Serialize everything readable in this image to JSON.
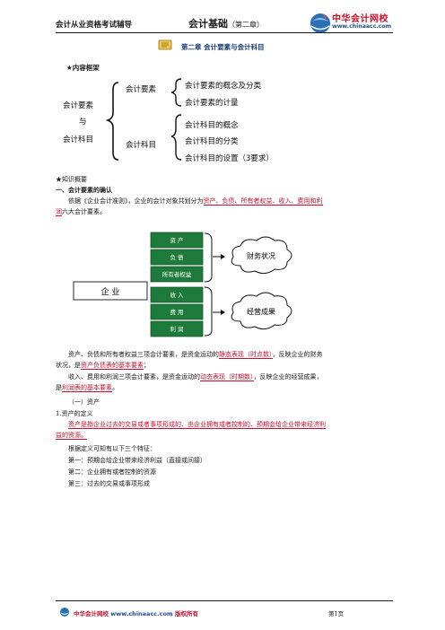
{
  "header": {
    "left": "会计从业资格考试辅导",
    "center_main": "会计基础",
    "center_sub": "（第二章）",
    "logo_name": "中华会计网校",
    "logo_url": "www.chinaacc.com"
  },
  "chapter_title": "第二章    会计要素与会计科目",
  "framework_label": "★内容框架",
  "tree": {
    "root": [
      "会计要素",
      "与",
      "会计科目"
    ],
    "branch1": "会计要素",
    "branch1_items": [
      "会计要素的概念及分类",
      "会计要素的计量"
    ],
    "branch2": "会计科目",
    "branch2_items": [
      "会计科目的概念",
      "会计科目的分类",
      "会计科目的设置（3要求）"
    ]
  },
  "overview_label": "★知识概要",
  "section1_title": "一、会计要素的确认",
  "para1": {
    "a": "依据《企业会计准则》，企业的会计对象共划分为",
    "b": "资产、负债、所有者权益、收入、费用和利",
    "c": "润",
    "d": "六大会计要素。"
  },
  "diagram": {
    "enterprise": "企  业",
    "elements": [
      "资  产",
      "负  债",
      "所有者权益",
      "收  入",
      "费  用",
      "利  润"
    ],
    "cloud1": "财务状况",
    "cloud2": "经营成果"
  },
  "para2": {
    "a": "资产、负债和所有者权益三项会计要素，是资金运动的",
    "b": "静态表现（时点数）",
    "c": "，反映企业的财务",
    "d": "状况，是",
    "e": "资产负债表的基本要素",
    "f": "；"
  },
  "para3": {
    "a": "收入、费用和利润三项会计要素，是资金运动的",
    "b": "动态表现（时期数）",
    "c": "，反映企业的经营成果，",
    "d": "是",
    "e": "利润表的基本要素",
    "f": "。"
  },
  "sub1": "（一）资产",
  "sub1_1": "1.资产的定义",
  "def": {
    "a": "资产是指企业过去的交易或者事项形成的、由企业拥有或者控制的、预期会给企业带来经济利",
    "b": "益的资源。"
  },
  "features_intro": "根据定义可知有以下三个特征：",
  "features": [
    "第一：预期会给企业带来经济利益（直接或间接）",
    "第二：企业拥有或者控制的资源",
    "第三：过去的交易或事项形成"
  ],
  "footer": {
    "brand": "中华会计网校",
    "url": "www.chinaacc.com",
    "rights": "版权所有",
    "page": "第1页"
  },
  "colors": {
    "red": "#c8102e",
    "blue": "#1f4e8c",
    "box_green": "#1e7a3a"
  }
}
